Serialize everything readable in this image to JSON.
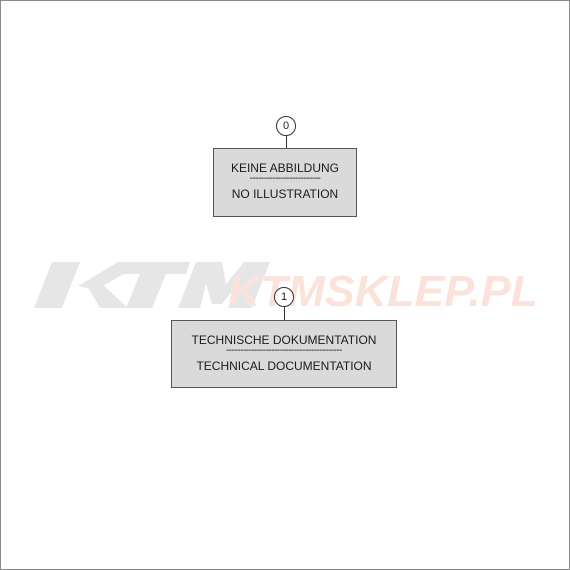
{
  "watermark": {
    "logo_text": "KTM",
    "shop_text": "KTMSKLEP.PL",
    "logo_color": "#e6e6e6",
    "shop_color": "#fbe3dc"
  },
  "items": [
    {
      "callout": "0",
      "german": "KEINE ABBILDUNG",
      "separator": "-------------------------",
      "english": "NO ILLUSTRATION"
    },
    {
      "callout": "1",
      "german": "TECHNISCHE DOKUMENTATION",
      "separator": "-----------------------------------------",
      "english": "TECHNICAL DOCUMENTATION"
    }
  ]
}
